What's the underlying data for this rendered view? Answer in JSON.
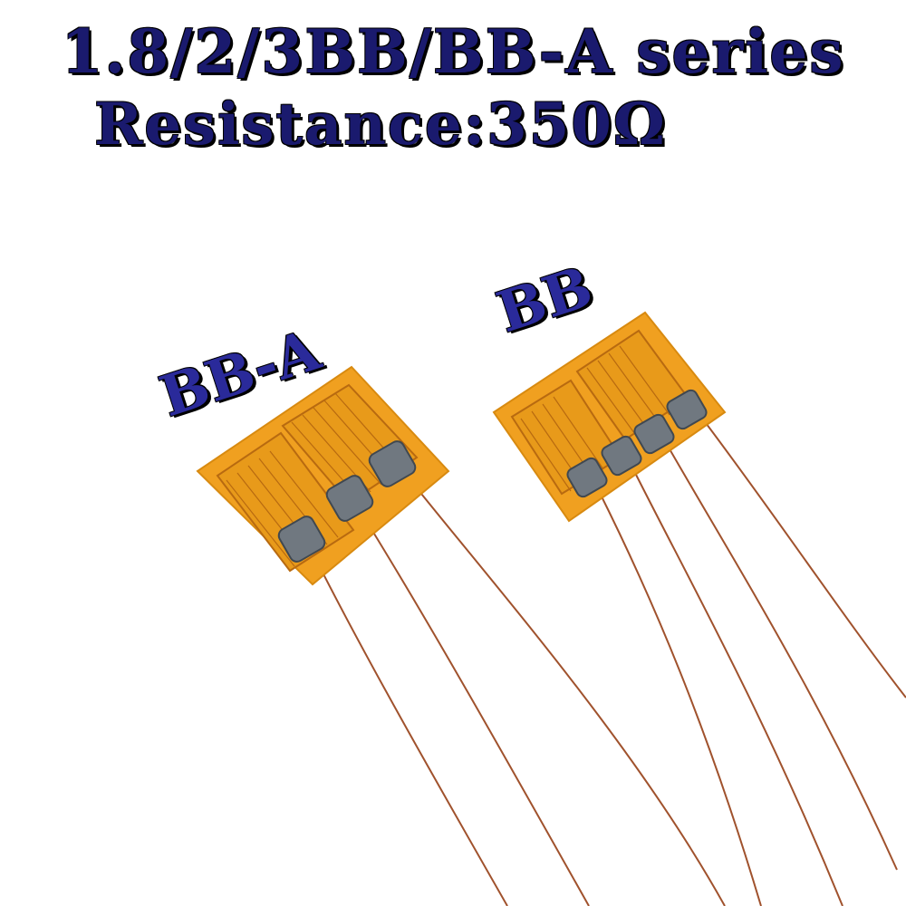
{
  "header": {
    "line1": "1.8/2/3BB/BB-A series",
    "line2": "Resistance:350Ω"
  },
  "labels": {
    "left_gauge": "BB-A",
    "right_gauge": "BB"
  },
  "colors": {
    "title_text": "#1a1a6e",
    "gauge_film": "#f0a020",
    "gauge_grid": "#b86a10",
    "solder_pad": "#707880",
    "lead_wire": "#a0522d"
  }
}
